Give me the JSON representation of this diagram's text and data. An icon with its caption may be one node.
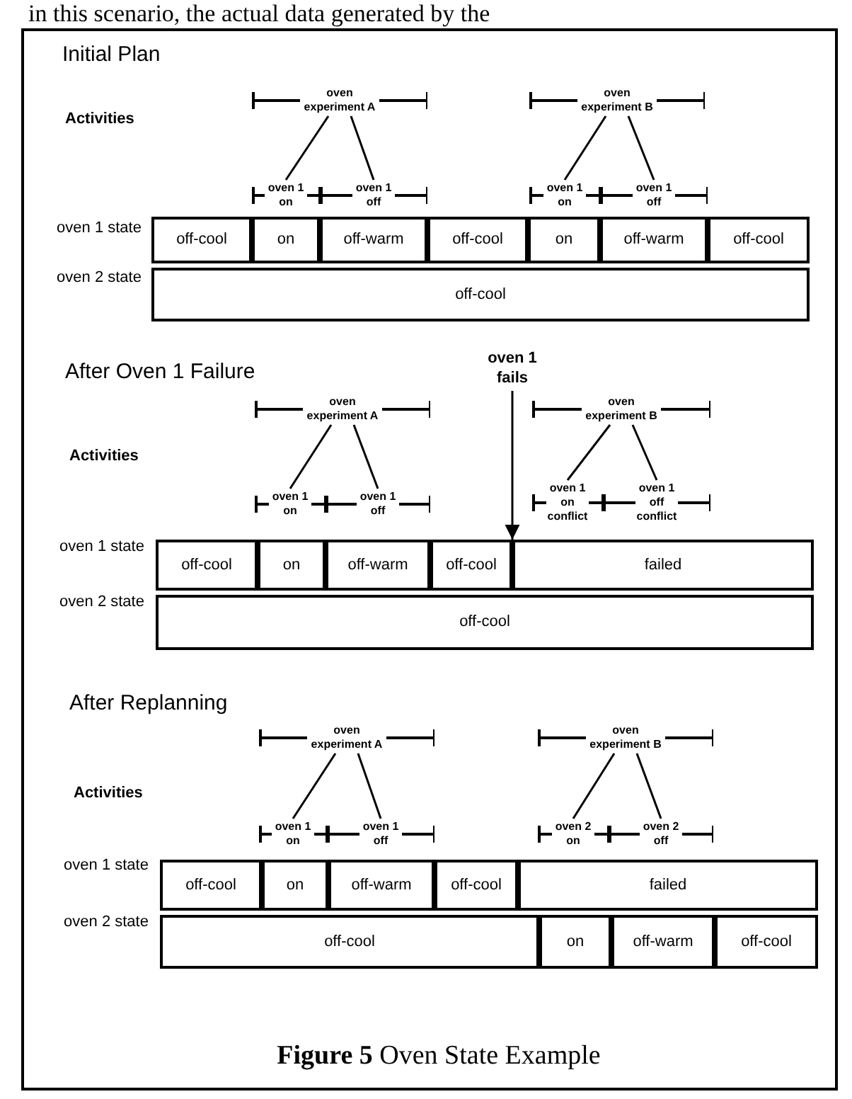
{
  "diagram": {
    "caption": "**Figure 5** Oven State Example",
    "nodes": [
      {
        "text": [
          "oven experiment A"
        ]
      },
      {
        "text": [
          "oven experiment B"
        ]
      },
      {
        "text": [
          "oven 1 on"
        ]
      },
      {
        "text": [
          "oven 1 off"
        ]
      },
      {
        "text": [
          "oven 1 on"
        ]
      },
      {
        "text": [
          "oven 1 off"
        ]
      },
      {
        "text": [
          "off-cool"
        ]
      },
      {
        "text": [
          "on"
        ]
      },
      {
        "text": [
          "off-warm"
        ]
      },
      {
        "text": [
          "off-cool"
        ]
      },
      {
        "text": [
          "on"
        ]
      },
      {
        "text": [
          "off-warm"
        ]
      },
      {
        "text": [
          "off-cool"
        ]
      },
      {
        "text": [
          "off-cool"
        ]
      },
      {
        "text": [
          "oven 1 fails"
        ]
      },
      {
        "text": [
          "oven experiment A"
        ]
      },
      {
        "text": [
          "oven experiment B"
        ]
      },
      {
        "text": [
          "oven 1 on"
        ]
      },
      {
        "text": [
          "oven 1 off"
        ]
      },
      {
        "text": [
          "oven 1 on conflict"
        ]
      },
      {
        "text": [
          "oven 1 off conflict"
        ]
      },
      {
        "text": [
          "off-cool"
        ]
      },
      {
        "text": [
          "on"
        ]
      },
      {
        "text": [
          "off-warm"
        ]
      },
      {
        "text": [
          "off-cool"
        ]
      },
      {
        "text": [
          "failed"
        ]
      },
      {
        "text": [
          "off-cool"
        ]
      },
      {
        "text": [
          "oven experiment A"
        ]
      },
      {
        "text": [
          "oven experiment B"
        ]
      },
      {
        "text": [
          "oven 1 on"
        ]
      },
      {
        "text": [
          "oven 1 off"
        ]
      },
      {
        "text": [
          "oven 2 on"
        ]
      },
      {
        "text": [
          "oven 2 off"
        ]
      },
      {
        "text": [
          "off-cool"
        ]
      },
      {
        "text": [
          "on"
        ]
      },
      {
        "text": [
          "off-warm"
        ]
      },
      {
        "text": [
          "off-cool"
        ]
      },
      {
        "text": [
          "failed"
        ]
      },
      {
        "text": [
          "off-cool"
        ]
      },
      {
        "text": [
          "on"
        ]
      },
      {
        "text": [
          "off-warm"
        ]
      },
      {
        "text": [
          "off-cool"
        ]
      }
    ],
    "edges": [
      {
        "from": 0,
        "to": 2,
        "arrow": "none"
      },
      {
        "from": 0,
        "to": 3,
        "arrow": "none"
      },
      {
        "from": 1,
        "to": 4,
        "arrow": "none"
      },
      {
        "from": 1,
        "to": 5,
        "arrow": "none"
      },
      {
        "from": 14,
        "to": 25,
        "arrow": "to"
      },
      {
        "from": 15,
        "to": 17,
        "arrow": "none"
      },
      {
        "from": 15,
        "to": 18,
        "arrow": "none"
      },
      {
        "from": 16,
        "to": 19,
        "arrow": "none"
      },
      {
        "from": 16,
        "to": 20,
        "arrow": "none"
      },
      {
        "from": 27,
        "to": 29,
        "arrow": "none"
      },
      {
        "from": 27,
        "to": 30,
        "arrow": "none"
      },
      {
        "from": 28,
        "to": 31,
        "arrow": "none"
      },
      {
        "from": 28,
        "to": 32,
        "arrow": "none"
      }
    ],
    "labels": [
      "in this scenario, the actual data generated by the",
      "Initial Plan",
      "Activities",
      "oven 1 state",
      "oven 2 state",
      "After Oven 1 Failure",
      "Activities",
      "oven 1 state",
      "oven 2 state",
      "After Replanning",
      "Activities",
      "oven 1 state",
      "oven 2 state"
    ]
  }
}
